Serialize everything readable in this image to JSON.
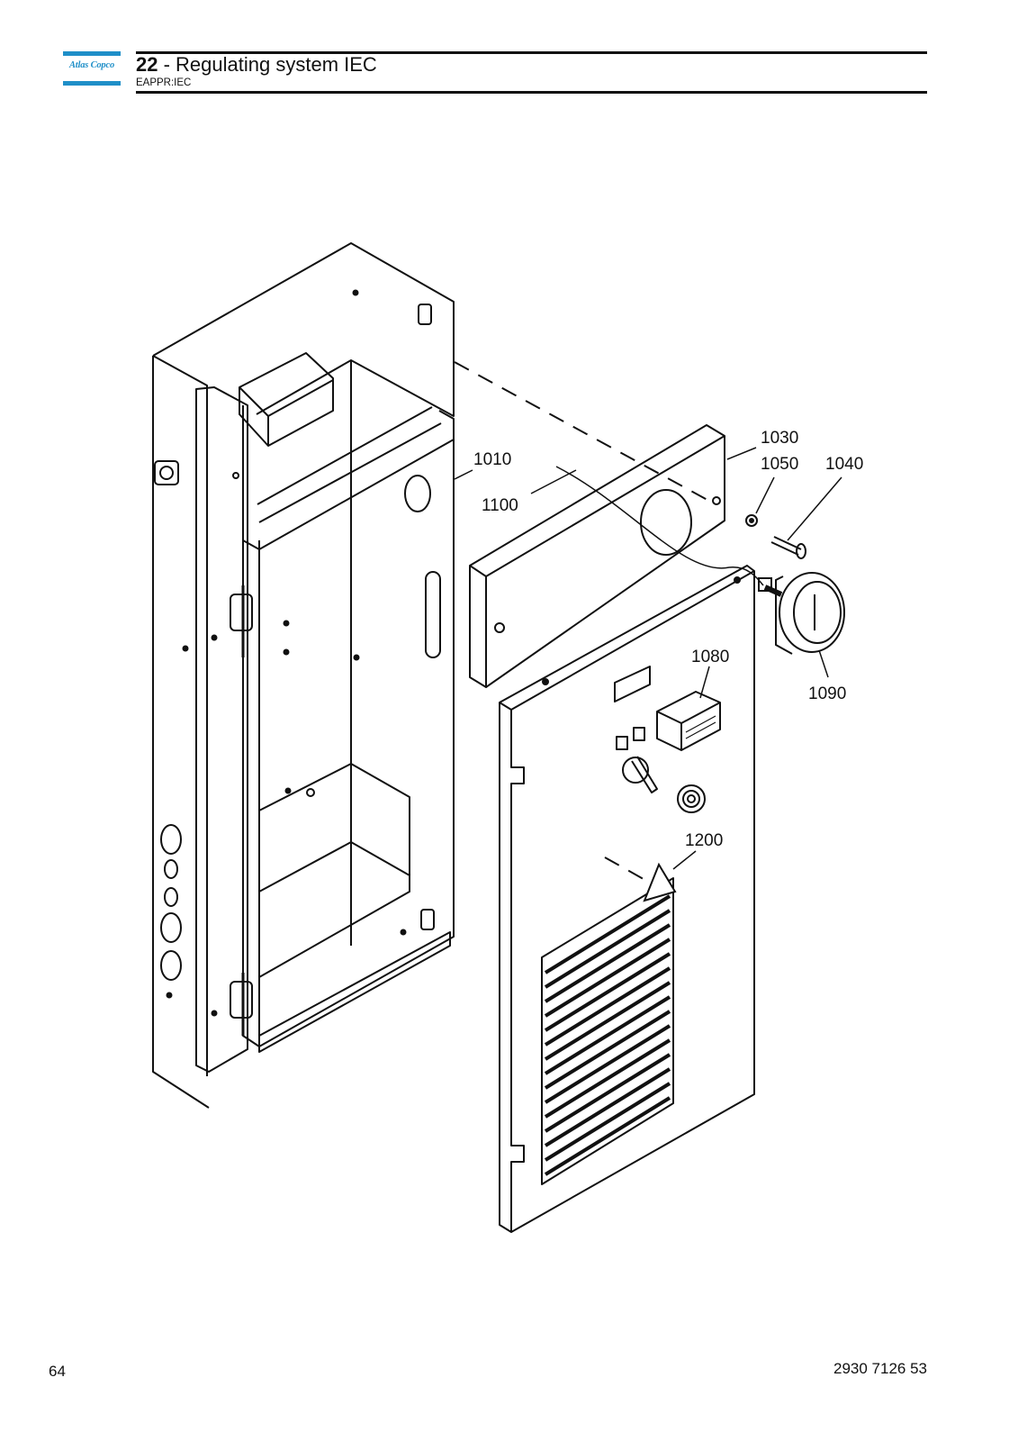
{
  "header": {
    "logo_text": "Atlas Copco",
    "section_number": "22",
    "section_separator": " - ",
    "section_title": "Regulating system IEC",
    "subtitle": "EAPPR:IEC"
  },
  "callouts": {
    "c1010": "1010",
    "c1100": "1100",
    "c1030": "1030",
    "c1050": "1050",
    "c1040": "1040",
    "c1080": "1080",
    "c1090": "1090",
    "c1200": "1200"
  },
  "footer": {
    "page_number": "64",
    "doc_number": "2930 7126 53"
  }
}
